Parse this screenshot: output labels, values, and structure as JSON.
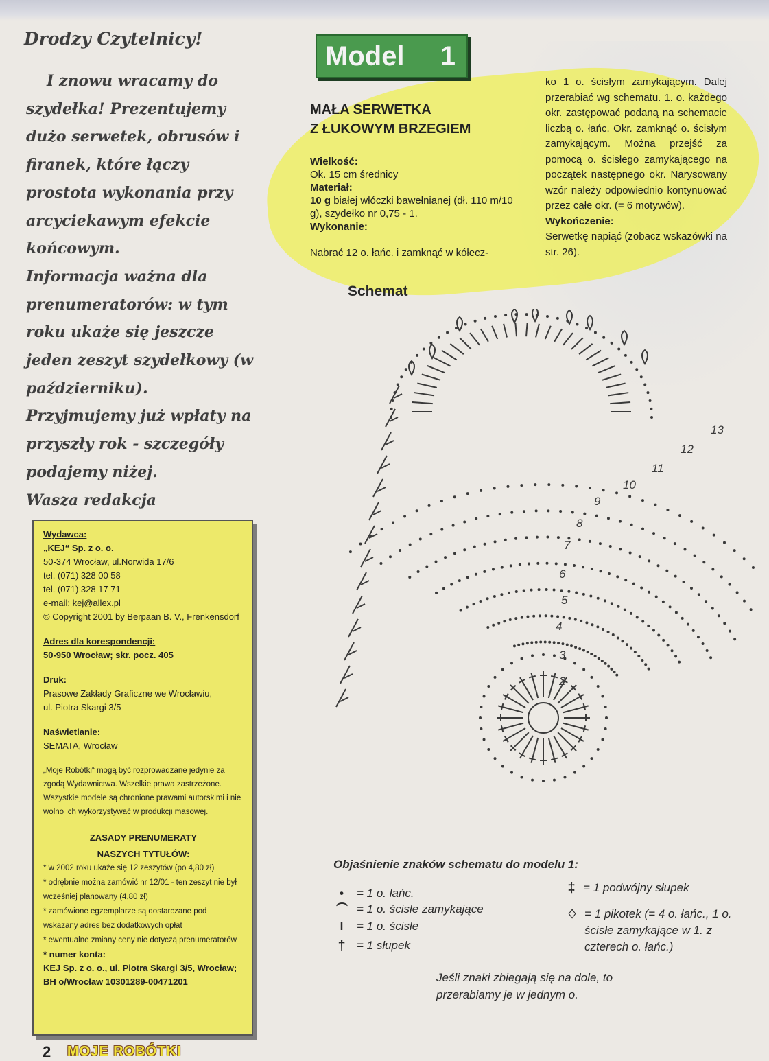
{
  "intro": {
    "heading": "Drodzy Czytelnicy!",
    "paragraph1": "I znowu wracamy do szydełka! Prezentujemy dużo serwetek, obrusów i firanek, które łączy prostota wykonania przy arcyciekawym efekcie końcowym.",
    "paragraph2": "Informacja ważna dla prenumeratorów: w tym roku ukaże się jeszcze jeden zeszyt szydełkowy (w październiku).",
    "paragraph3": "Przyjmujemy już wpłaty na przyszły rok - szczegóły podajemy niżej.",
    "signature": "Wasza redakcja"
  },
  "publisher": {
    "wydawca_label": "Wydawca:",
    "company": "„KEJ“ Sp. z o. o.",
    "address": "50-374 Wrocław, ul.Norwida 17/6",
    "tel1": "tel. (071) 328 00 58",
    "tel2": "tel. (071) 328 17 71",
    "email": "e-mail: kej@allex.pl",
    "copyright": "© Copyright 2001 by Berpaan B. V., Frenkensdorf",
    "correspondence_label": "Adres dla korespondencji:",
    "correspondence": "50-950 Wrocław; skr. pocz. 405",
    "print_label": "Druk:",
    "print_line1": "Prasowe Zakłady Graficzne we Wrocławiu,",
    "print_line2": "ul. Piotra Skargi 3/5",
    "exposure_label": "Naświetlanie:",
    "exposure": "SEMATA, Wrocław",
    "rights_note": "„Moje Robótki“ mogą być rozprowadzane jedynie za zgodą Wydawnictwa. Wszelkie prawa zastrzeżone. Wszystkie modele są chronione prawami autorskimi i nie wolno ich wykorzystywać w produkcji masowej.",
    "sub_title1": "ZASADY PRENUMERATY",
    "sub_title2": "NASZYCH TYTUŁÓW:",
    "sub_items": [
      "* w 2002 roku ukaże się 12 zeszytów (po 4,80 zł)",
      "* odrębnie można zamówić nr 12/01 - ten zeszyt nie był wcześniej planowany (4,80 zł)",
      "* zamówione egzemplarze są dostarczane pod wskazany adres bez dodatkowych opłat",
      "* ewentualne zmiany ceny nie dotyczą prenumeratorów"
    ],
    "account_label": "* numer konta:",
    "account": "KEJ Sp. z o. o., ul. Piotra Skargi 3/5, Wrocław; BH o/Wrocław 10301289-00471201"
  },
  "footer": {
    "page_number": "2",
    "logo": "MOJE ROBÓTKI"
  },
  "model": {
    "label": "Model",
    "number": "1",
    "title_line1": "MAŁA SERWETKA",
    "title_line2": "Z ŁUKOWYM BRZEGIEM",
    "size_label": "Wielkość:",
    "size": "Ok. 15 cm średnicy",
    "material_label": "Materiał:",
    "material_bold": "10 g",
    "material": "białej włóczki bawełnianej (dł. 110 m/10 g), szydełko nr 0,75 - 1.",
    "execution_label": "Wykonanie:",
    "execution": "Nabrać 12 o. łańc. i zamknąć w kółeczko 1 o. ścisłym zamykającym. Dalej przerabiać wg schematu. 1. o. każdego okr. zastępować podaną na schemacie liczbą o. łańc. Okr. zamknąć o. ścisłym zamykającym. Można przejść za pomocą o. ścisłego zamykającego na początek następnego okr. Narysowany wzór należy odpowiednio kontynuować przez całe okr. (= 6 motywów).",
    "finishing_label": "Wykończenie:",
    "finishing": "Serwetkę napiąć (zobacz wskazówki na str. 26)."
  },
  "schemat": {
    "title": "Schemat",
    "round_labels": [
      "2",
      "3",
      "4",
      "5",
      "6",
      "7",
      "8",
      "9",
      "10",
      "11",
      "12",
      "13"
    ]
  },
  "legend": {
    "title": "Objaśnienie znaków schematu do modelu 1:",
    "items": [
      {
        "symbol": "•",
        "text": "= 1 o. łańc."
      },
      {
        "symbol": "⌒",
        "text": "= 1 o. ścisłe zamykające"
      },
      {
        "symbol": "I",
        "text": "= 1 o. ścisłe"
      },
      {
        "symbol": "†",
        "text": "= 1 słupek"
      },
      {
        "symbol": "‡",
        "text": "= 1 podwójny słupek"
      },
      {
        "symbol": "♢",
        "text": "= 1 pikotek (= 4 o. łańc., 1 o. ścisłe zamykające w 1. z czterech o. łańc.)"
      }
    ],
    "note": "Jeśli znaki zbiegają się na dole, to przerabiamy je w jednym o."
  },
  "colors": {
    "background": "#ece9e4",
    "info_box": "#ede96a",
    "highlight": "#eef04e",
    "badge": "#4a9a4e",
    "ink": "#2b2b2b"
  }
}
